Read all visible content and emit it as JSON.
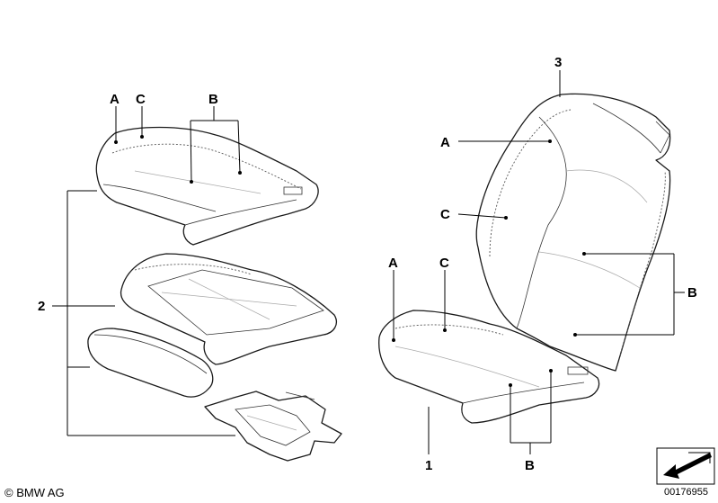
{
  "callouts": {
    "cushion_A": "A",
    "cushion_C": "C",
    "cushion_B": "B",
    "group_2": "2",
    "backrest_3": "3",
    "backrest_A": "A",
    "backrest_C": "C",
    "backrest_B": "B",
    "seat_A": "A",
    "seat_C": "C",
    "seat_B": "B",
    "seat_1": "1"
  },
  "footer": {
    "copyright": "© BMW AG",
    "diagram_id": "00176955"
  },
  "icons": {
    "nav": "arrow-down-left-icon"
  }
}
